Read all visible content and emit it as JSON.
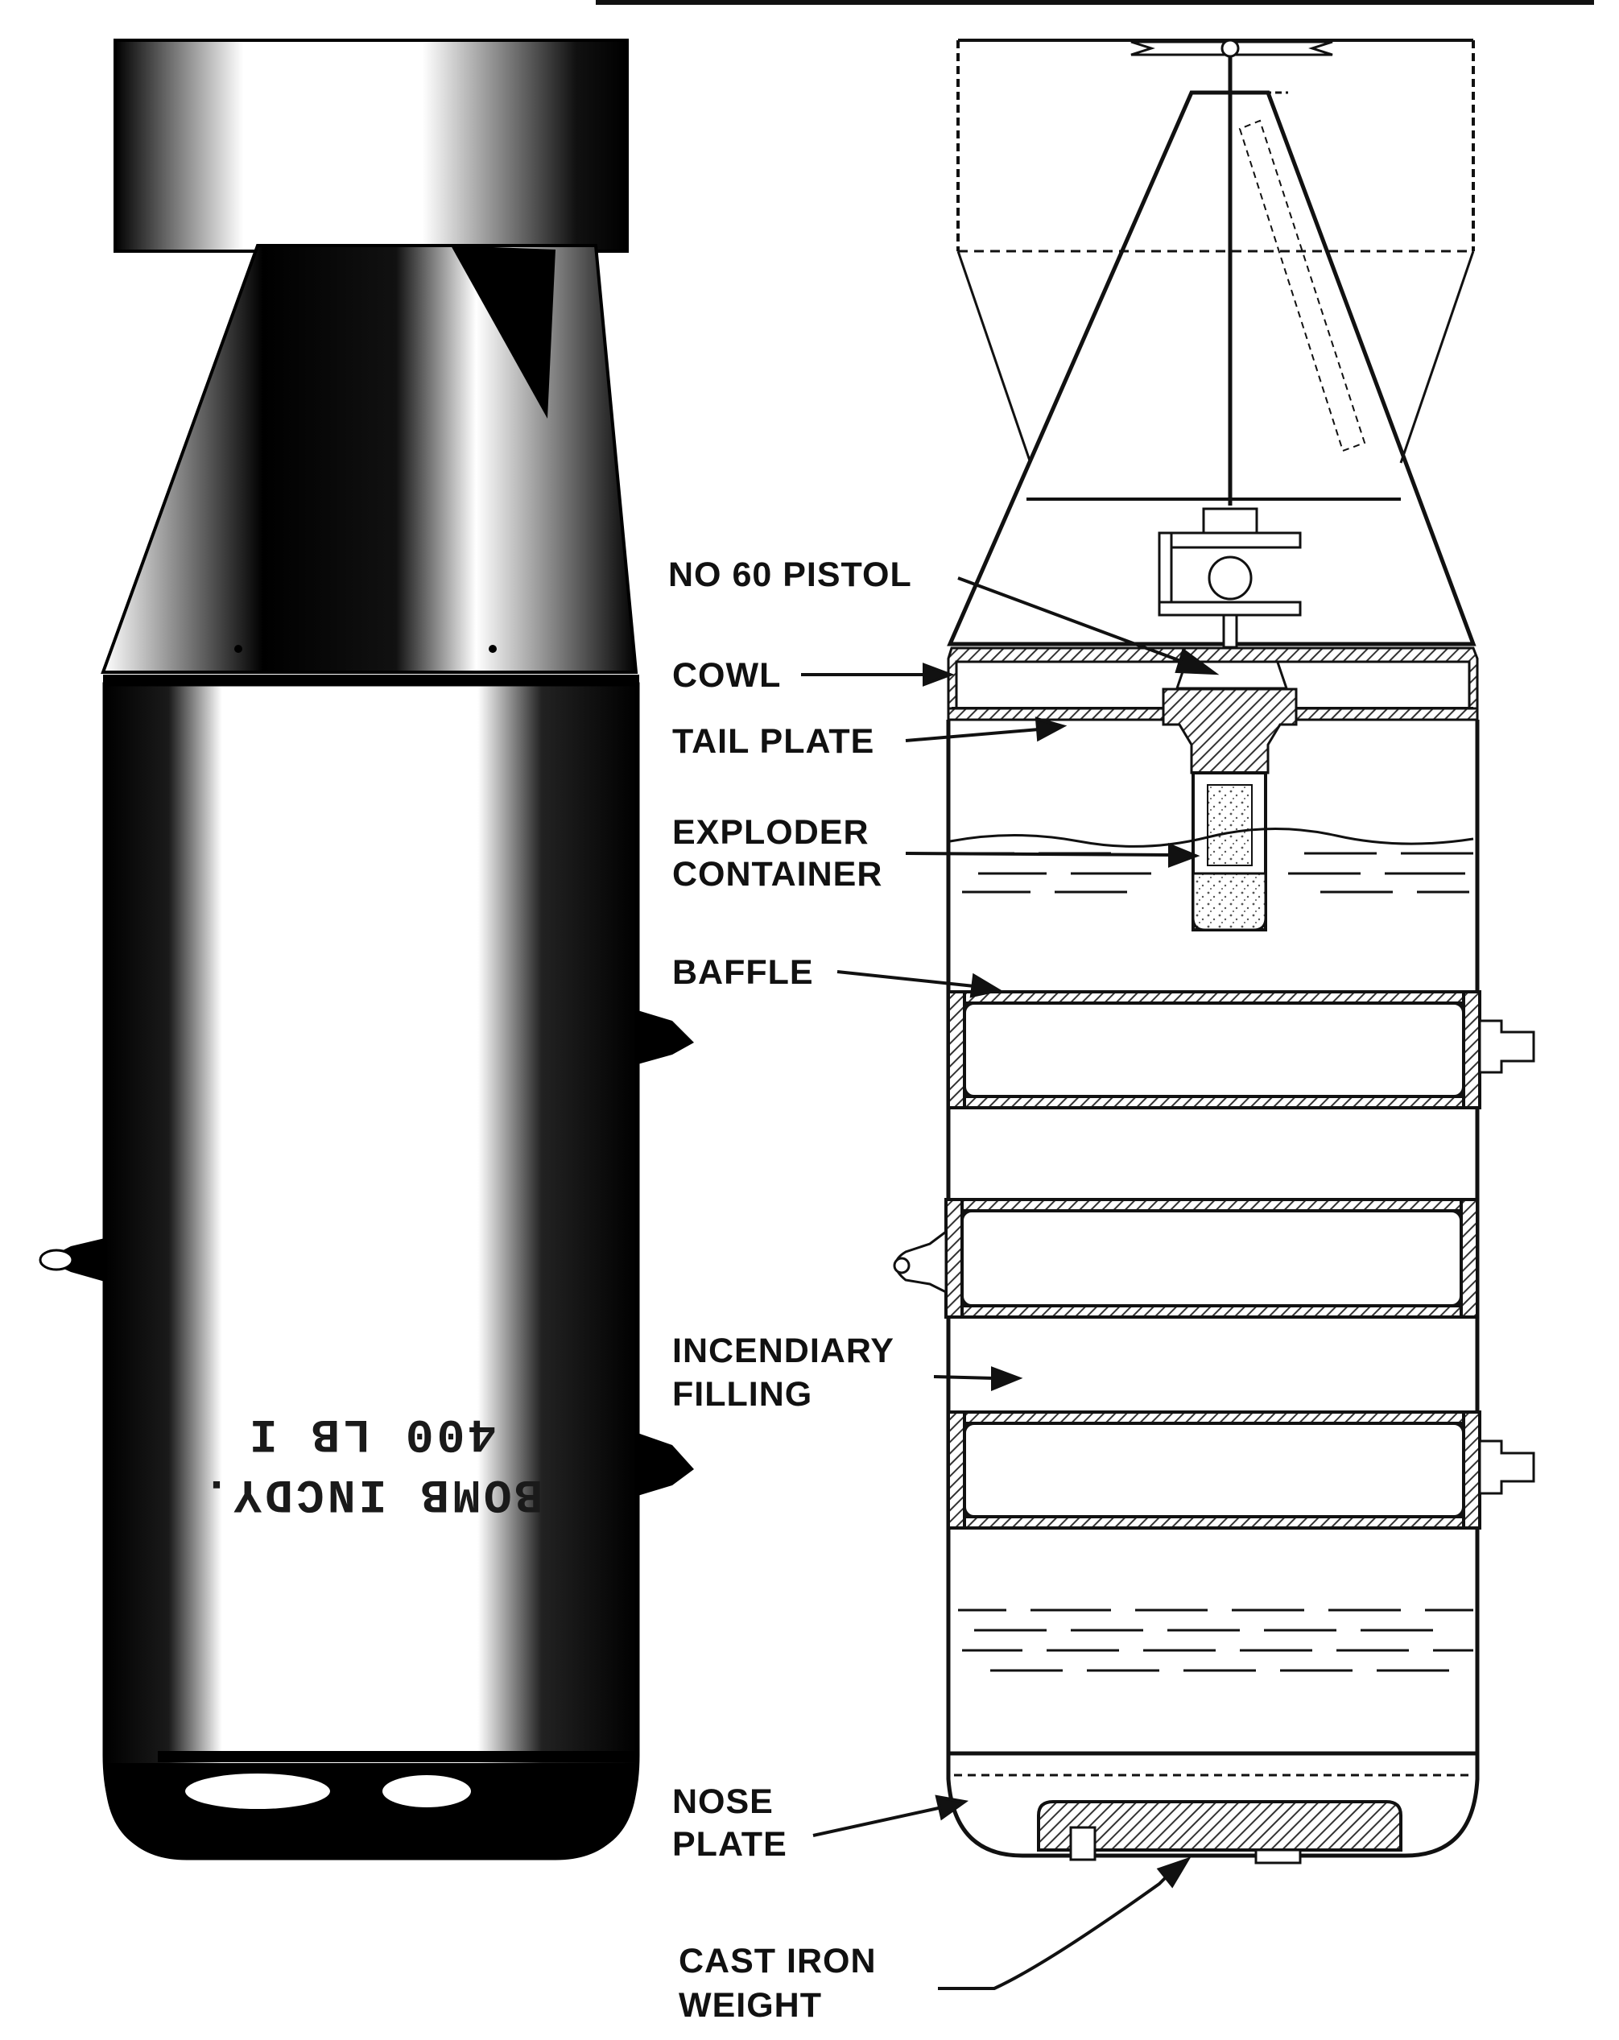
{
  "left_view": {
    "stencil_line1": "BOMB INCDY.",
    "stencil_line2": "400 LB I"
  },
  "labels": {
    "no60_pistol": "NO 60 PISTOL",
    "cowl": "COWL",
    "tail_plate": "TAIL PLATE",
    "exploder_line1": "EXPLODER",
    "exploder_line2": "CONTAINER",
    "baffle": "BAFFLE",
    "incendiary_line1": "INCENDIARY",
    "incendiary_line2": "FILLING",
    "nose_line1": "NOSE",
    "nose_line2": "PLATE",
    "castiron_line1": "CAST IRON",
    "castiron_line2": "WEIGHT"
  },
  "colors": {
    "ink": "#111111",
    "paper": "#ffffff",
    "hatch": "#333333"
  }
}
